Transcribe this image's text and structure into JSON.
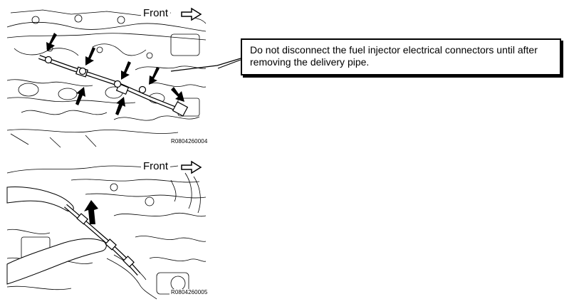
{
  "figures": [
    {
      "front_label": "Front",
      "figure_code": "R0804260004",
      "arrow_icon": "outline-arrow-right-icon"
    },
    {
      "front_label": "Front",
      "figure_code": "R0804260005",
      "arrow_icon": "outline-arrow-right-icon"
    }
  ],
  "callout": {
    "text": "Do not disconnect the fuel injector electrical connectors until after removing the delivery pipe."
  },
  "colors": {
    "ink": "#000000",
    "paper": "#ffffff"
  }
}
